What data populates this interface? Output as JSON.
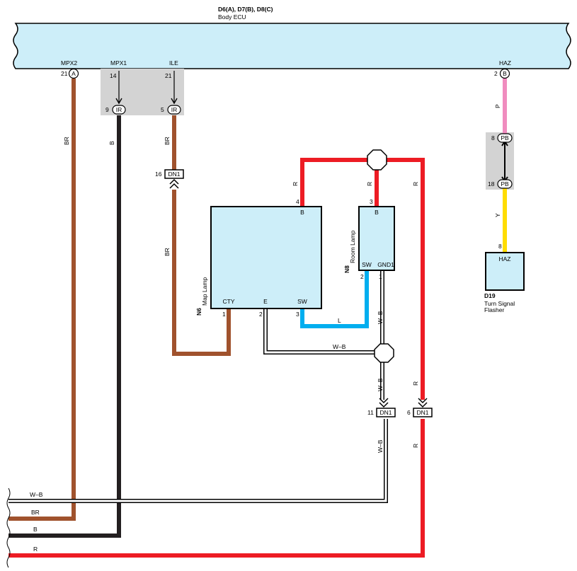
{
  "ecu": {
    "connectors": "D6(A), D7(B), D8(C)",
    "name": "Body ECU",
    "pins": {
      "mpx2": {
        "label": "MPX2",
        "pin": "21",
        "conn": "A"
      },
      "mpx1": {
        "label": "MPX1",
        "pin": "14",
        "conn_pin": "9",
        "conn": "IR"
      },
      "ile": {
        "label": "ILE",
        "pin": "21",
        "conn_pin": "5",
        "conn": "IR"
      },
      "haz": {
        "label": "HAZ",
        "pin": "2",
        "conn": "B"
      }
    }
  },
  "wires": {
    "br": "BR",
    "b": "B",
    "r": "R",
    "l": "L",
    "wb": "W–B",
    "p": "P",
    "y": "Y"
  },
  "junctions": {
    "dn1_16": {
      "pin": "16",
      "name": "DN1"
    },
    "dn1_11": {
      "pin": "11",
      "name": "DN1"
    },
    "dn1_6": {
      "pin": "6",
      "name": "DN1"
    },
    "pb_8": {
      "pin": "8",
      "name": "PB"
    },
    "pb_18": {
      "pin": "18",
      "name": "PB"
    }
  },
  "map_lamp": {
    "id": "N6",
    "name": "Map Lamp",
    "pin_b": "B",
    "pin_b_no": "4",
    "pin_cty": "CTY",
    "pin_cty_no": "1",
    "pin_e": "E",
    "pin_e_no": "2",
    "pin_sw": "SW",
    "pin_sw_no": "3"
  },
  "room_lamp": {
    "id": "N8",
    "name": "Room Lamp",
    "pin_b": "B",
    "pin_b_no": "3",
    "pin_sw": "SW",
    "pin_sw_no": "2",
    "pin_gnd": "GND1",
    "pin_gnd_no": "1"
  },
  "flasher": {
    "id": "D19",
    "name1": "Turn Signal",
    "name2": "Flasher",
    "pin": "HAZ",
    "pin_no": "8"
  },
  "colors": {
    "ecu_fill": "#cdeef9",
    "brown": "#a0522d",
    "black": "#231f20",
    "red": "#ed1c24",
    "blue": "#00aeef",
    "pink": "#f08cbf",
    "yellow": "#ffdd00",
    "gray_box": "#d3d3d3"
  }
}
